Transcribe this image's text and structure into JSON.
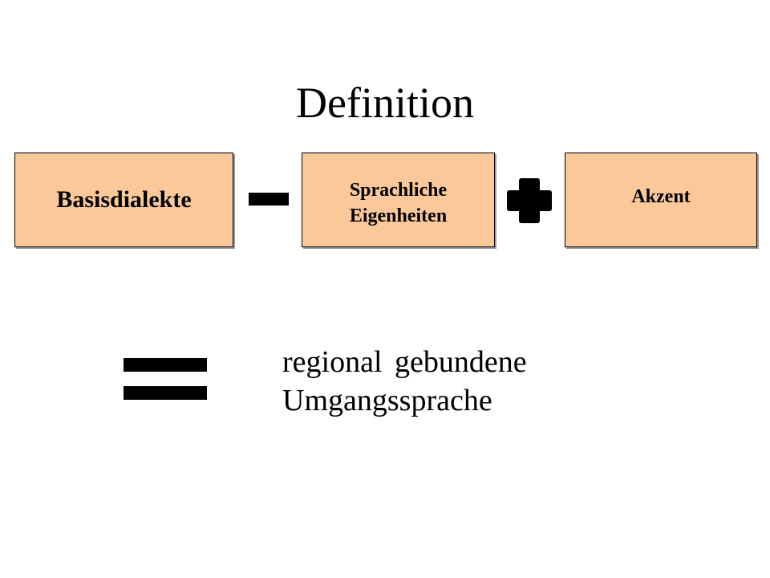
{
  "title": "Definition",
  "boxes": [
    {
      "lines": [
        "Basisdialekte"
      ]
    },
    {
      "lines": [
        "Sprachliche",
        "Eigenheiten"
      ]
    },
    {
      "lines": [
        "Akzent"
      ]
    }
  ],
  "operators": [
    "minus-icon",
    "plus-icon",
    "equals-icon"
  ],
  "result": {
    "lines": [
      "regional gebundene",
      "Umgangssprache"
    ]
  },
  "colors": {
    "box_fill": "#fbc89a",
    "text": "#000000",
    "background": "#ffffff"
  }
}
